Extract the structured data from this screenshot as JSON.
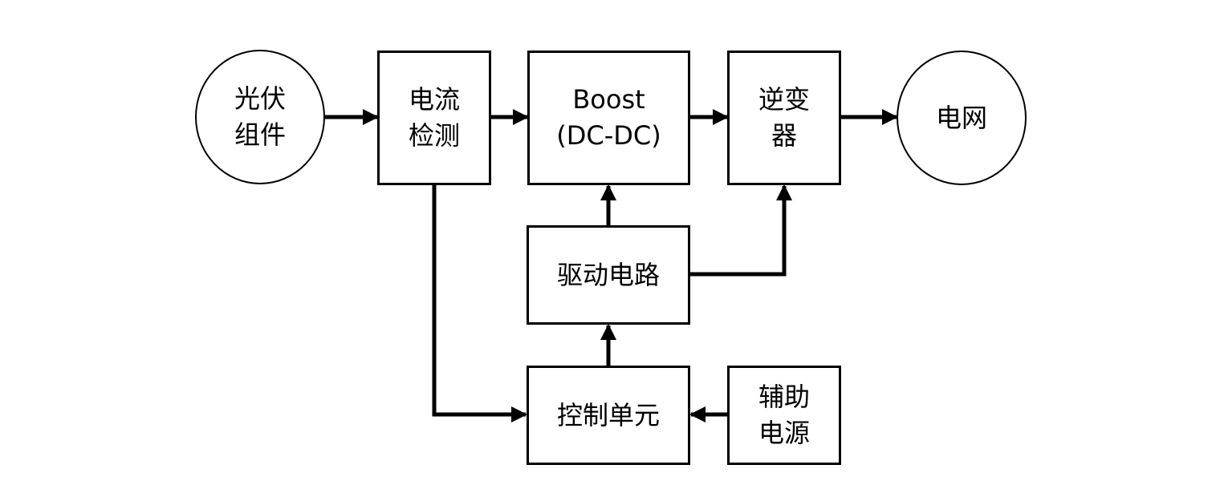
{
  "diagram": {
    "colors": {
      "stroke": "#000000",
      "background": "#ffffff",
      "text": "#000000"
    },
    "nodes": {
      "pv_module": {
        "label": "光伏\n组件",
        "shape": "circle"
      },
      "current_detection": {
        "label": "电流\n检测",
        "shape": "rect"
      },
      "boost": {
        "label": "Boost\n(DC-DC)",
        "shape": "rect"
      },
      "inverter": {
        "label": "逆变\n器",
        "shape": "rect"
      },
      "grid": {
        "label": "电网",
        "shape": "circle"
      },
      "drive_circuit": {
        "label": "驱动电路",
        "shape": "rect"
      },
      "control_unit": {
        "label": "控制单元",
        "shape": "rect"
      },
      "aux_power": {
        "label": "辅助\n电源",
        "shape": "rect"
      }
    },
    "edges": [
      {
        "from": "pv_module",
        "to": "current_detection"
      },
      {
        "from": "current_detection",
        "to": "boost"
      },
      {
        "from": "boost",
        "to": "inverter"
      },
      {
        "from": "inverter",
        "to": "grid"
      },
      {
        "from": "drive_circuit",
        "to": "boost"
      },
      {
        "from": "drive_circuit",
        "to": "inverter"
      },
      {
        "from": "control_unit",
        "to": "drive_circuit"
      },
      {
        "from": "aux_power",
        "to": "control_unit"
      },
      {
        "from": "current_detection",
        "to": "control_unit"
      }
    ]
  }
}
